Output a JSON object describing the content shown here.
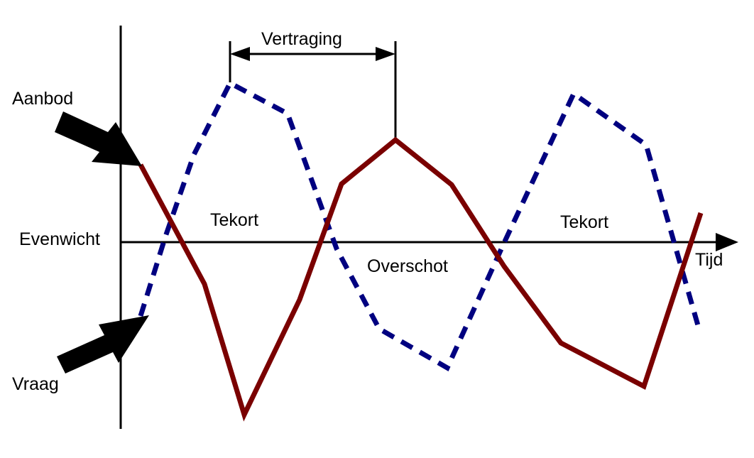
{
  "labels": {
    "supply": "Aanbod",
    "demand": "Vraag",
    "equilibrium": "Evenwicht",
    "time": "Tijd",
    "delay": "Vertraging",
    "shortage_1": "Tekort",
    "shortage_2": "Tekort",
    "surplus": "Overschot"
  },
  "colors": {
    "supply_line": "#7a0000",
    "demand_line": "#000080",
    "axis": "#000000",
    "arrows": "#000000"
  },
  "line_styles": {
    "supply": "solid",
    "demand": "dashed"
  }
}
